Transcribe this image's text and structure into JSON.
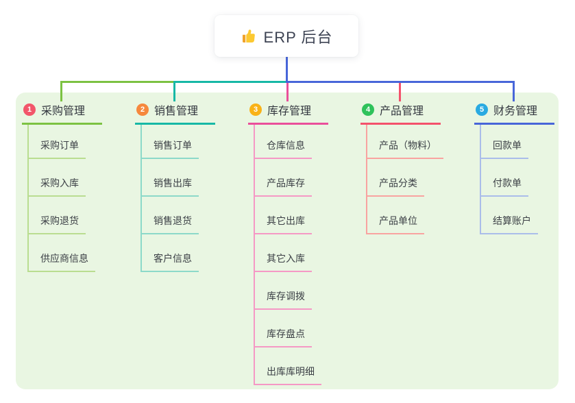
{
  "root": {
    "title": "ERP 后台",
    "icon": "thumbs-up-icon"
  },
  "branches": [
    {
      "num": "1",
      "title": "采购管理",
      "badge_color": "#f2566a",
      "line_color": "#7cc242",
      "child_line_color": "#b9dd90",
      "children": [
        "采购订单",
        "采购入库",
        "采购退货",
        "供应商信息"
      ]
    },
    {
      "num": "2",
      "title": "销售管理",
      "badge_color": "#f6883d",
      "line_color": "#17b8a6",
      "child_line_color": "#8cd9c9",
      "children": [
        "销售订单",
        "销售出库",
        "销售退货",
        "客户信息"
      ]
    },
    {
      "num": "3",
      "title": "库存管理",
      "badge_color": "#f9b217",
      "line_color": "#ea4f9b",
      "child_line_color": "#f598c5",
      "children": [
        "仓库信息",
        "产品库存",
        "其它出库",
        "其它入库",
        "库存调拨",
        "库存盘点",
        "出库库明细"
      ]
    },
    {
      "num": "4",
      "title": "产品管理",
      "badge_color": "#2fc25b",
      "line_color": "#f4516c",
      "child_line_color": "#f9a3a0",
      "children": [
        "产品（物料）",
        "产品分类",
        "产品单位"
      ]
    },
    {
      "num": "5",
      "title": "财务管理",
      "badge_color": "#29aae1",
      "line_color": "#4866d9",
      "child_line_color": "#aabdea",
      "children": [
        "回款单",
        "付款单",
        "结算账户"
      ]
    }
  ],
  "colors": {
    "canvas_bg": "#ffffff",
    "panel_bg": "#e9f6e2",
    "root_stem": "#4866d9",
    "text": "#3c4046"
  }
}
